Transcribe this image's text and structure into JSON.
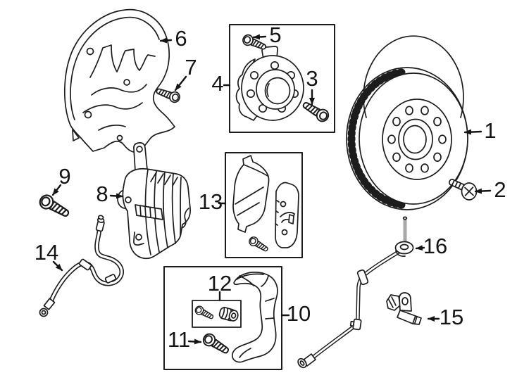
{
  "figure": {
    "type": "exploded-parts-diagram",
    "subject": "front-disc-brake-assembly",
    "background_color": "#ffffff",
    "line_color": "#1c1c1c",
    "label_color": "#141414"
  },
  "callouts": [
    {
      "label": "1",
      "part": "brake-rotor"
    },
    {
      "label": "2",
      "part": "rotor-retaining-screw"
    },
    {
      "label": "3",
      "part": "hub-bolt"
    },
    {
      "label": "4",
      "part": "wheel-hub-and-bearing"
    },
    {
      "label": "5",
      "part": "hub-mounting-bolt"
    },
    {
      "label": "6",
      "part": "splash-shield"
    },
    {
      "label": "7",
      "part": "shield-bolt"
    },
    {
      "label": "8",
      "part": "brake-caliper"
    },
    {
      "label": "9",
      "part": "caliper-bolt"
    },
    {
      "label": "10",
      "part": "caliper-mount-bracket"
    },
    {
      "label": "11",
      "part": "bracket-bolt"
    },
    {
      "label": "12",
      "part": "guide-pin-kit"
    },
    {
      "label": "13",
      "part": "brake-pad-set"
    },
    {
      "label": "14",
      "part": "brake-hose"
    },
    {
      "label": "15",
      "part": "abs-speed-sensor"
    },
    {
      "label": "16",
      "part": "sensor-wire-harness"
    }
  ]
}
